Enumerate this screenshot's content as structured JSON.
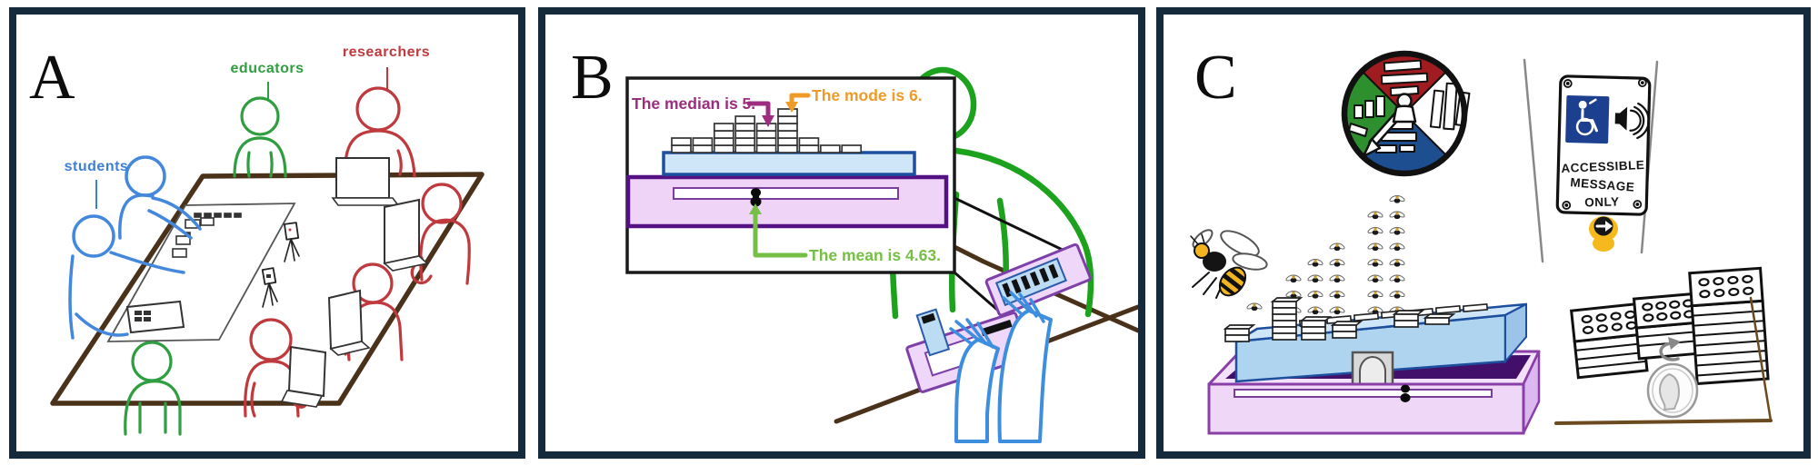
{
  "figure": {
    "panel_letters": [
      "A",
      "B",
      "C"
    ]
  },
  "panel_a": {
    "labels": {
      "students": {
        "text": "students",
        "color": "#3e7ed6"
      },
      "educators": {
        "text": "educators",
        "color": "#2f9e41"
      },
      "researchers": {
        "text": "researchers",
        "color": "#c0393d"
      }
    }
  },
  "panel_b": {
    "annotations": {
      "median": {
        "text": "The median is 5.",
        "color": "#9c2d7f"
      },
      "mode": {
        "text": "The mode is 6.",
        "color": "#ef9b28"
      },
      "mean": {
        "text": "The mean is 4.63.",
        "color": "#76bf45"
      }
    },
    "histogram": {
      "heights": [
        2,
        2,
        4,
        5,
        4,
        6,
        2,
        1,
        1
      ]
    }
  },
  "panel_c": {
    "sign": {
      "lines": [
        "ACCESSIBLE",
        "MESSAGE",
        "ONLY"
      ]
    },
    "fly_columns": [
      3,
      4,
      5,
      7,
      8
    ]
  },
  "colors": {
    "panel_border": "#152b3b",
    "table_brown": "#4a3119",
    "tray_purple_fill": "#efd4f8",
    "tray_purple_stroke": "#551083",
    "platform_blue_fill": "#cfe5f8",
    "platform_blue_stroke": "#1d4f9f",
    "person_green": "#1ca21c",
    "hand_blue": "#3e8ee0",
    "signal_yellow": "#f5b91e",
    "sign_blue": "#1d3f8f"
  }
}
